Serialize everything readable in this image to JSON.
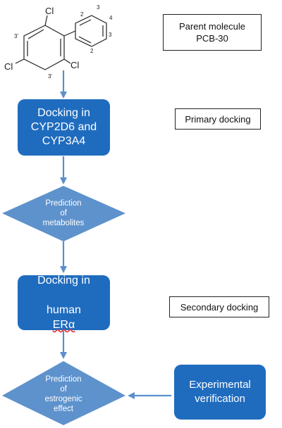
{
  "colors": {
    "box_fill": "#1f6cbf",
    "diamond_fill": "#5e92cc",
    "arrow": "#5b8fd0",
    "molecule": "#222222"
  },
  "molecule": {
    "atom_labels": [
      "Cl",
      "Cl",
      "Cl"
    ],
    "numbering": [
      "2",
      "3",
      "4",
      "3",
      "2",
      "3'",
      "3'"
    ]
  },
  "labels": {
    "parent": "Parent molecule\nPCB-30",
    "primary": "Primary docking",
    "secondary": "Secondary docking"
  },
  "steps": {
    "docking_cyp": "Docking in\nCYP2D6 and\nCYP3A4",
    "prediction_metabolites": "Prediction\nof\nmetabolites",
    "docking_era_line1": "Docking in",
    "docking_era_line2_prefix": "human ",
    "docking_era_line2_term": "ERα",
    "prediction_estrogenic": "Prediction\nof\nestrogenic\neffect",
    "experimental": "Experimental\nverification"
  }
}
